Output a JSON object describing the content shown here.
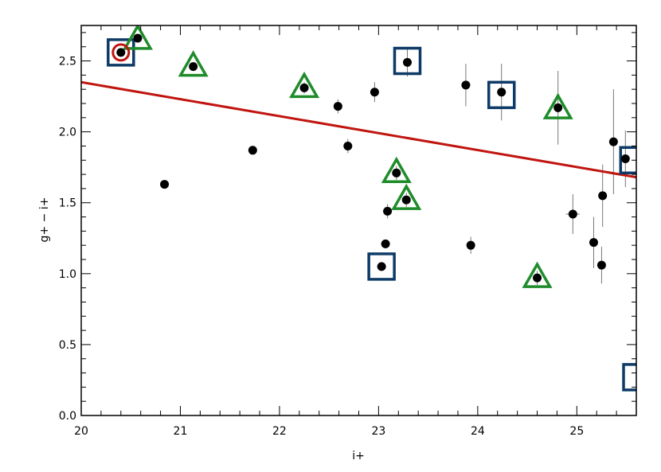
{
  "chart_data": {
    "type": "scatter",
    "title": "",
    "xlabel": "i+",
    "ylabel": "g+ − i+",
    "xlim": [
      20.0,
      25.6
    ],
    "ylim": [
      0.0,
      2.75
    ],
    "xticks": [
      20,
      21,
      22,
      23,
      24,
      25
    ],
    "xtick_labels": [
      "20",
      "21",
      "22",
      "23",
      "24",
      "25"
    ],
    "yticks": [
      0.0,
      0.5,
      1.0,
      1.5,
      2.0,
      2.5
    ],
    "ytick_labels": [
      "0.0",
      "0.5",
      "1.0",
      "1.5",
      "2.0",
      "2.5"
    ],
    "grid": false,
    "colors": {
      "points": "#000000",
      "errorbars": "#777777",
      "line": "#c0150f",
      "squares": "#0d3a66",
      "triangles": "#1e8c2a",
      "circles": "#c0150f"
    },
    "points": [
      {
        "x": 20.4,
        "y": 2.56,
        "yerr": 0.03
      },
      {
        "x": 20.57,
        "y": 2.66,
        "yerr": 0.03
      },
      {
        "x": 20.84,
        "y": 1.63,
        "yerr": 0.02
      },
      {
        "x": 21.13,
        "y": 2.46,
        "yerr": 0.03
      },
      {
        "x": 21.73,
        "y": 1.87,
        "yerr": 0.02
      },
      {
        "x": 22.25,
        "y": 2.31,
        "yerr": 0.04
      },
      {
        "x": 22.59,
        "y": 2.18,
        "yerr": 0.05
      },
      {
        "x": 22.69,
        "y": 1.9,
        "yerr": 0.05
      },
      {
        "x": 22.96,
        "y": 2.28,
        "yerr": 0.07
      },
      {
        "x": 23.03,
        "y": 1.05,
        "yerr": 0.03
      },
      {
        "x": 23.07,
        "y": 1.21,
        "yerr": 0.03
      },
      {
        "x": 23.09,
        "y": 1.44,
        "yerr": 0.05
      },
      {
        "x": 23.18,
        "y": 1.71,
        "yerr": 0.05
      },
      {
        "x": 23.28,
        "y": 1.52,
        "yerr": 0.05
      },
      {
        "x": 23.29,
        "y": 2.49,
        "yerr": 0.1
      },
      {
        "x": 23.88,
        "y": 2.33,
        "yerr": 0.15
      },
      {
        "x": 23.93,
        "y": 1.2,
        "yerr": 0.06
      },
      {
        "x": 24.24,
        "y": 2.28,
        "yerr": 0.2
      },
      {
        "x": 24.6,
        "y": 0.97,
        "yerr": 0.05
      },
      {
        "x": 24.81,
        "y": 2.17,
        "yerr": 0.26
      },
      {
        "x": 24.96,
        "y": 1.42,
        "yerr": 0.14,
        "xerr": 0.07
      },
      {
        "x": 25.17,
        "y": 1.22,
        "yerr": 0.18
      },
      {
        "x": 25.25,
        "y": 1.06,
        "yerr": 0.13
      },
      {
        "x": 25.26,
        "y": 1.55,
        "yerr": 0.22
      },
      {
        "x": 25.37,
        "y": 1.93,
        "yerr": 0.37
      },
      {
        "x": 25.49,
        "y": 1.81,
        "yerr": 0.2
      }
    ],
    "squares": [
      {
        "x": 20.4,
        "y": 2.56
      },
      {
        "x": 23.03,
        "y": 1.05
      },
      {
        "x": 23.29,
        "y": 2.5
      },
      {
        "x": 24.24,
        "y": 2.26
      },
      {
        "x": 25.57,
        "y": 1.8
      },
      {
        "x": 25.6,
        "y": 0.27
      }
    ],
    "triangles": [
      {
        "x": 20.57,
        "y": 2.65
      },
      {
        "x": 21.13,
        "y": 2.46
      },
      {
        "x": 22.25,
        "y": 2.31
      },
      {
        "x": 23.18,
        "y": 1.71
      },
      {
        "x": 23.28,
        "y": 1.52
      },
      {
        "x": 24.6,
        "y": 0.97
      },
      {
        "x": 24.81,
        "y": 2.16
      }
    ],
    "circles": [
      {
        "x": 20.4,
        "y": 2.56
      }
    ],
    "fit_line": {
      "x": [
        20.0,
        25.6
      ],
      "y": [
        2.35,
        1.68
      ]
    }
  }
}
